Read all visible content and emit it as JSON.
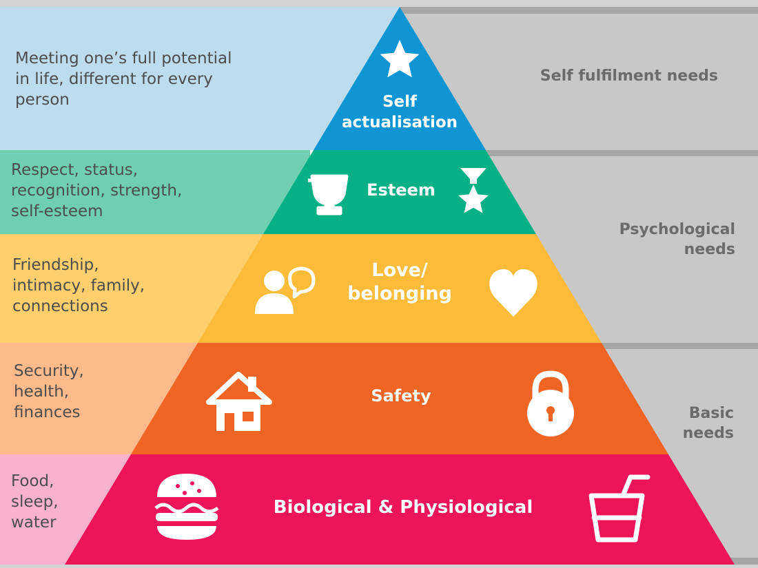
{
  "tiers": [
    {
      "id": "self-actualisation",
      "label": [
        "Self",
        "actualisation"
      ],
      "description": [
        "Meeting one’s full potential",
        "in life, different for every",
        "person"
      ],
      "color": "#0f95d3",
      "band_color": "#bddcee",
      "icons": [
        "star-icon"
      ]
    },
    {
      "id": "esteem",
      "label": [
        "Esteem"
      ],
      "description": [
        "Respect, status,",
        "recognition, strength,",
        "self-esteem"
      ],
      "color": "#07b185",
      "band_color": "#6fcfb0",
      "icons": [
        "trophy-icon",
        "medal-icon"
      ]
    },
    {
      "id": "love-belonging",
      "label": [
        "Love/",
        "belonging"
      ],
      "description": [
        "Friendship,",
        "intimacy, family,",
        "connections"
      ],
      "color": "#fdbb3a",
      "band_color": "#fecf6c",
      "icons": [
        "person-speech-icon",
        "heart-icon"
      ]
    },
    {
      "id": "safety",
      "label": [
        "Safety"
      ],
      "description": [
        "Security,",
        "health,",
        "finances"
      ],
      "color": "#f06524",
      "band_color": "#ffba8b",
      "icons": [
        "house-icon",
        "padlock-icon"
      ]
    },
    {
      "id": "biological",
      "label": [
        "Biological & Physiological"
      ],
      "description": [
        "Food,",
        "sleep,",
        "water"
      ],
      "color": "#ed1459",
      "band_color": "#f9b2ce",
      "icons": [
        "burger-icon",
        "drink-icon"
      ]
    }
  ],
  "categories": [
    {
      "label": [
        "Self fulfilment needs"
      ]
    },
    {
      "label": [
        "Psychological",
        "needs"
      ]
    },
    {
      "label": [
        "Basic",
        "needs"
      ]
    }
  ],
  "colors": {
    "right_panel": "#c8c8c8",
    "panel_border": "#a6a6a6",
    "text_dark": "#4d4d4d",
    "category_text": "#6b6b6b"
  }
}
